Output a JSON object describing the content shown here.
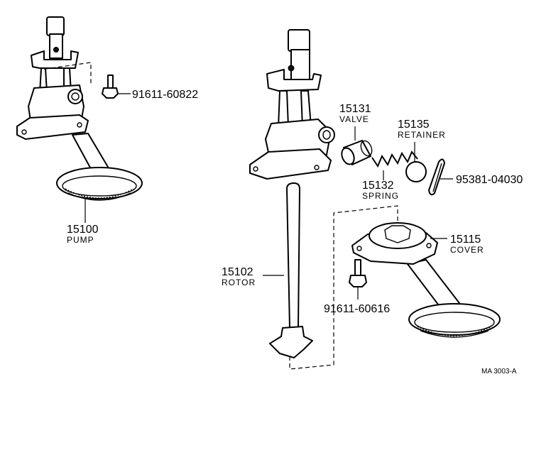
{
  "parts": {
    "pump": {
      "number": "15100",
      "name": "PUMP"
    },
    "rotor": {
      "number": "15102",
      "name": "ROTOR"
    },
    "valve": {
      "number": "15131",
      "name": "VALVE"
    },
    "spring": {
      "number": "15132",
      "name": "SPRING"
    },
    "retainer": {
      "number": "15135",
      "name": "RETAINER"
    },
    "cover": {
      "number": "15115",
      "name": "COVER"
    },
    "bolt_top": {
      "number": "91611-60822"
    },
    "bolt_bottom": {
      "number": "91611-60616"
    },
    "cotter_pin": {
      "number": "95381-04030"
    }
  },
  "figure_ref": "MA 3003-A"
}
